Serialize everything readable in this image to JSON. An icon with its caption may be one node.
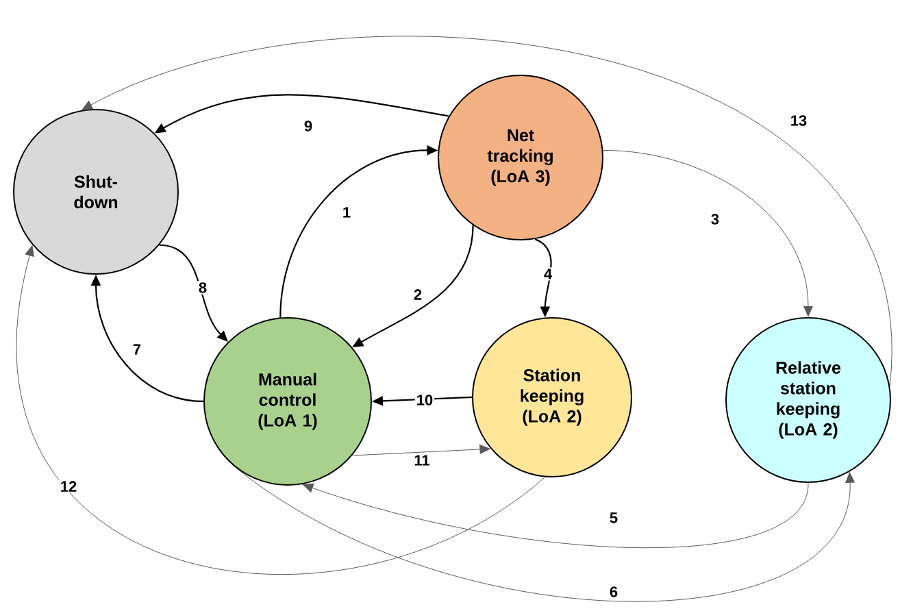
{
  "diagram": {
    "nodes": [
      {
        "text": [
          "Shut-down"
        ]
      },
      {
        "text": [
          "Net tracking (LoA 3)"
        ]
      },
      {
        "text": [
          "Manual control (LoA 1)"
        ]
      },
      {
        "text": [
          "Station keeping (LoA 2)"
        ]
      },
      {
        "text": [
          "Relative station keeping (LoA 2)"
        ]
      }
    ],
    "edges": [
      {
        "from": 2,
        "to": 1,
        "arrow": "to",
        "label": "1"
      },
      {
        "from": 1,
        "to": 2,
        "arrow": "to",
        "label": "2"
      },
      {
        "from": 1,
        "to": 4,
        "arrow": "to",
        "label": "3",
        "color": "#5a5a5a"
      },
      {
        "from": 1,
        "to": 3,
        "arrow": "to",
        "label": "4"
      },
      {
        "from": 4,
        "to": 2,
        "arrow": "to",
        "label": "5",
        "color": "#5a5a5a"
      },
      {
        "from": 2,
        "to": 4,
        "arrow": "to",
        "label": "6",
        "color": "#5a5a5a"
      },
      {
        "from": 2,
        "to": 0,
        "arrow": "to",
        "label": "7"
      },
      {
        "from": 0,
        "to": 2,
        "arrow": "to",
        "label": "8"
      },
      {
        "from": 1,
        "to": 0,
        "arrow": "to",
        "label": "9"
      },
      {
        "from": 3,
        "to": 2,
        "arrow": "to",
        "label": "10"
      },
      {
        "from": 2,
        "to": 3,
        "arrow": "to",
        "label": "11",
        "color": "#5a5a5a"
      },
      {
        "from": 3,
        "to": 0,
        "arrow": "to",
        "label": "12",
        "color": "#5a5a5a"
      },
      {
        "from": 4,
        "to": 0,
        "arrow": "to",
        "label": "13",
        "color": "#5a5a5a"
      }
    ]
  }
}
